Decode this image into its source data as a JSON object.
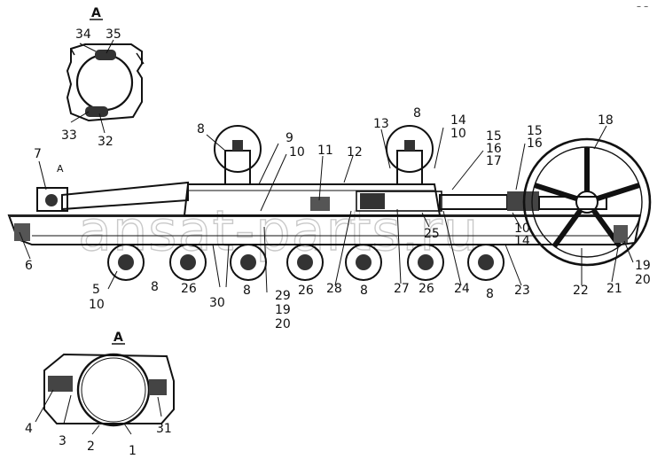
{
  "watermark": "ansat-parts.ru",
  "corner_mark": "– –",
  "view_top": {
    "title": "A",
    "callouts": [
      "34",
      "35",
      "33",
      "32"
    ]
  },
  "view_bottom": {
    "title": "A",
    "callouts": [
      "4",
      "3",
      "2",
      "1",
      "31"
    ]
  },
  "main_assembly": {
    "callouts": {
      "c7": "7",
      "cA": "A",
      "c6": "6",
      "c5": "5",
      "c10a": "10",
      "c8a": "8",
      "c26a": "26",
      "c30": "30",
      "c8b": "8",
      "c29": "29",
      "c19a": "19",
      "c20a": "20",
      "c26b": "26",
      "c28": "28",
      "c8c": "8",
      "c27": "27",
      "c26c": "26",
      "c24": "24",
      "c8d": "8",
      "c23": "23",
      "c22": "22",
      "c21": "21",
      "c19b": "19",
      "c20b": "20",
      "c8e": "8",
      "c9": "9",
      "c10b": "10",
      "c11": "11",
      "c12": "12",
      "c13": "13",
      "c8f": "8",
      "c14a": "14",
      "c10c": "10",
      "c15a": "15",
      "c16a": "16",
      "c17": "17",
      "c15b": "15",
      "c16b": "16",
      "c18": "18",
      "c25": "25",
      "c10d": "10",
      "c14b": "14"
    }
  }
}
